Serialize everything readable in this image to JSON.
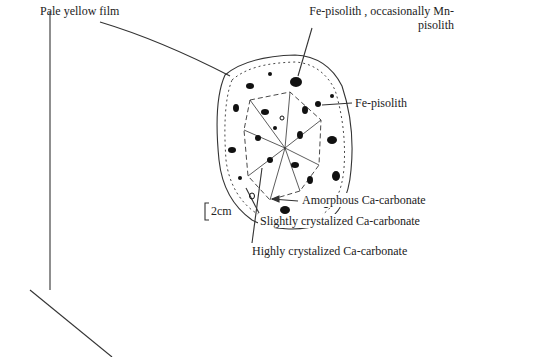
{
  "diagram": {
    "labels": [
      "Pale yellow film",
      "Fe-pisolith , occasionally Mn-pisolith",
      "Fe-pisolith",
      "2cm",
      "Amorphous Ca-carbonate",
      "Slightly crystalized Ca-carbonate",
      "Highly crystalized Ca-carbonate"
    ]
  }
}
